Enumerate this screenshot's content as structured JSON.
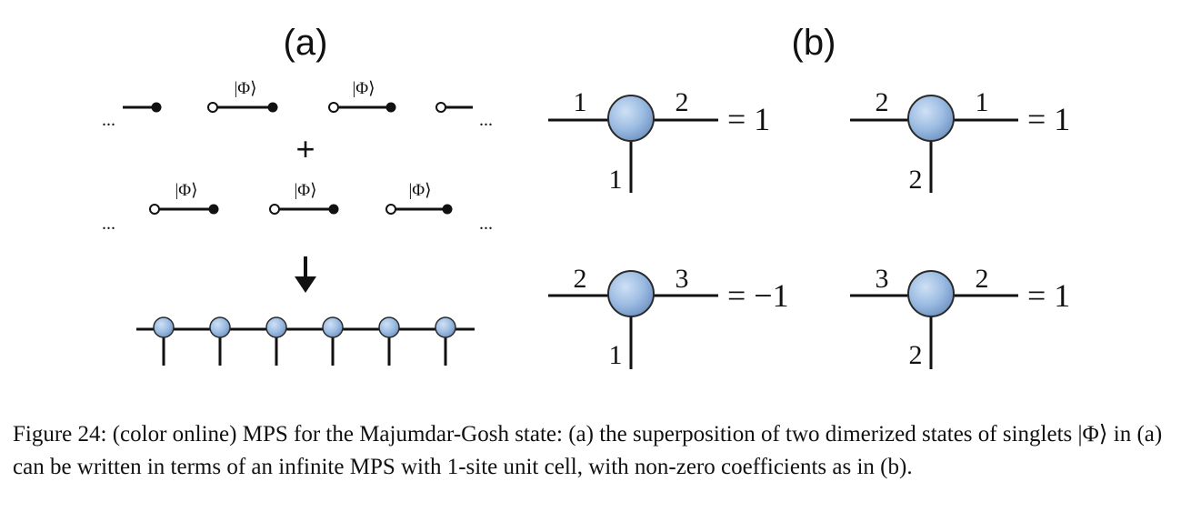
{
  "figure": {
    "panel_a_label": "(a)",
    "panel_b_label": "(b)",
    "ellipsis": "...",
    "phi_ket": "|Φ⟩",
    "plus": "+",
    "panel_b": [
      {
        "left": "1",
        "right": "2",
        "bottom": "1",
        "value": "= 1"
      },
      {
        "left": "2",
        "right": "1",
        "bottom": "2",
        "value": "= 1"
      },
      {
        "left": "2",
        "right": "3",
        "bottom": "1",
        "value": "= −1"
      },
      {
        "left": "3",
        "right": "2",
        "bottom": "2",
        "value": "= 1"
      }
    ],
    "colors": {
      "node_fill": "#9dbde3",
      "node_stroke": "#2a2a2a",
      "line": "#111111"
    }
  },
  "caption": {
    "text": "Figure 24: (color online) MPS for the Majumdar-Gosh state: (a) the superposition of two dimerized states of singlets |Φ⟩ in (a) can be written in terms of an infinite MPS with 1-site unit cell, with non-zero coefficients as in (b)."
  }
}
